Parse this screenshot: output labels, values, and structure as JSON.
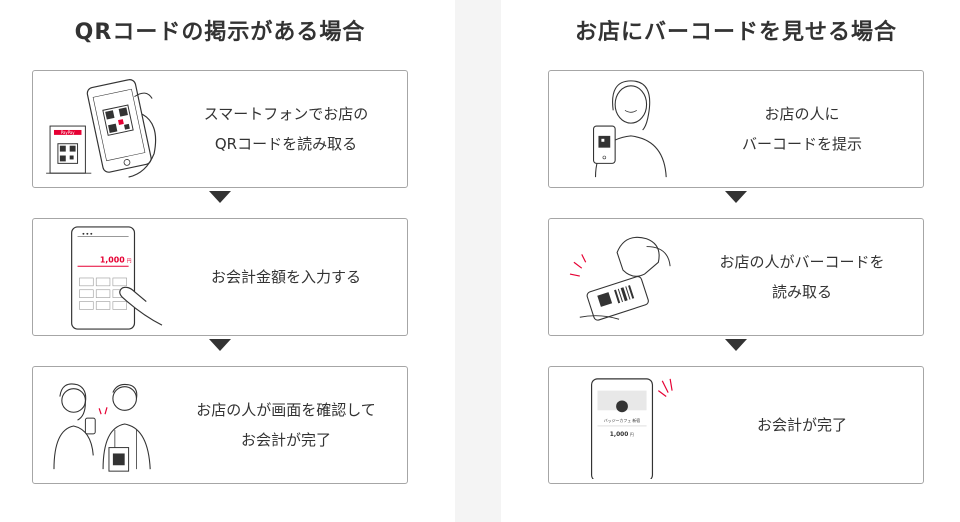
{
  "left": {
    "title": "QRコードの掲示がある場合",
    "steps": [
      {
        "line1": "スマートフォンでお店の",
        "line2": "QRコードを読み取る"
      },
      {
        "line1": "お会計金額を入力する",
        "line2": ""
      },
      {
        "line1": "お店の人が画面を確認して",
        "line2": "お会計が完了"
      }
    ],
    "amount_text": "1,000",
    "amount_unit": "円",
    "stand_brand": "PayPay"
  },
  "right": {
    "title": "お店にバーコードを見せる場合",
    "steps": [
      {
        "line1": "お店の人に",
        "line2": "バーコードを提示"
      },
      {
        "line1": "お店の人がバーコードを",
        "line2": "読み取る"
      },
      {
        "line1": "お会計が完了",
        "line2": ""
      }
    ],
    "phone_shop_label": "バッジーカフェ 新宿",
    "phone_amount": "1,000",
    "phone_unit": "円"
  },
  "colors": {
    "accent": "#e60033",
    "border": "#a6a6a6",
    "text": "#333333",
    "divider_bg": "#f4f4f4"
  }
}
